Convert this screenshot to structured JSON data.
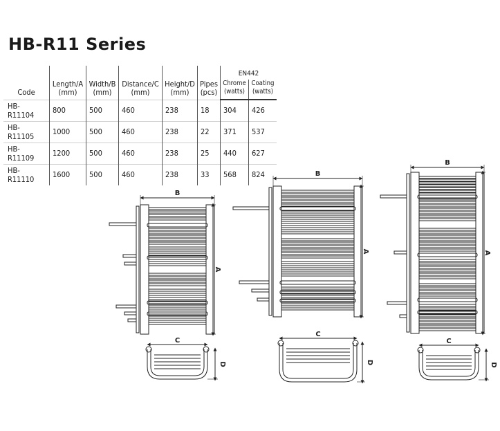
{
  "title": "HB-R11 Series",
  "table": {
    "headers": {
      "code": "Code",
      "length": [
        "Length/A",
        "(mm)"
      ],
      "width": [
        "Width/B",
        "(mm)"
      ],
      "distance": [
        "Distance/C",
        "(mm)"
      ],
      "height": [
        "Height/D",
        "(mm)"
      ],
      "pipes": [
        "Pipes",
        "(pcs)"
      ],
      "group": "EN442",
      "chrome": [
        "Chrome",
        "(watts)"
      ],
      "coating": [
        "Coating",
        "(watts)"
      ]
    },
    "rows": [
      {
        "code": "HB-R11104",
        "length": "800",
        "width": "500",
        "distance": "460",
        "height": "238",
        "pipes": "18",
        "chrome": "304",
        "coating": "426"
      },
      {
        "code": "HB-R11105",
        "length": "1000",
        "width": "500",
        "distance": "460",
        "height": "238",
        "pipes": "22",
        "chrome": "371",
        "coating": "537"
      },
      {
        "code": "HB-R11109",
        "length": "1200",
        "width": "500",
        "distance": "460",
        "height": "238",
        "pipes": "25",
        "chrome": "440",
        "coating": "627"
      },
      {
        "code": "HB-R11110",
        "length": "1600",
        "width": "500",
        "distance": "460",
        "height": "238",
        "pipes": "33",
        "chrome": "568",
        "coating": "824"
      }
    ]
  },
  "drawings": {
    "dimension_labels": {
      "a": "A",
      "b": "B",
      "c": "C",
      "d": "D"
    }
  }
}
